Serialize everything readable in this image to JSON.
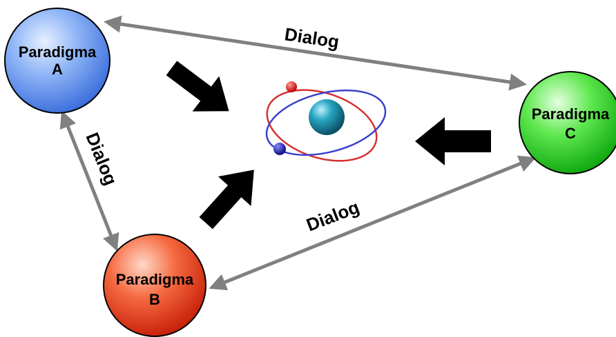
{
  "nodes": {
    "a": {
      "label_line1": "Paradigma",
      "label_line2": "A",
      "color": "#5b93f0"
    },
    "b": {
      "label_line1": "Paradigma",
      "label_line2": "B",
      "color": "#e8401e"
    },
    "c": {
      "label_line1": "Paradigma",
      "label_line2": "C",
      "color": "#22cc1e"
    }
  },
  "edges": {
    "ac_label": "Dialog",
    "ab_label": "Dialog",
    "bc_label": "Dialog",
    "color": "#808080"
  },
  "center": {
    "icon": "atom-icon",
    "nucleus_color": "#1b8fa8",
    "orbit_colors": [
      "#d63030",
      "#3a40c8"
    ]
  },
  "pointers": {
    "color": "#000000"
  }
}
